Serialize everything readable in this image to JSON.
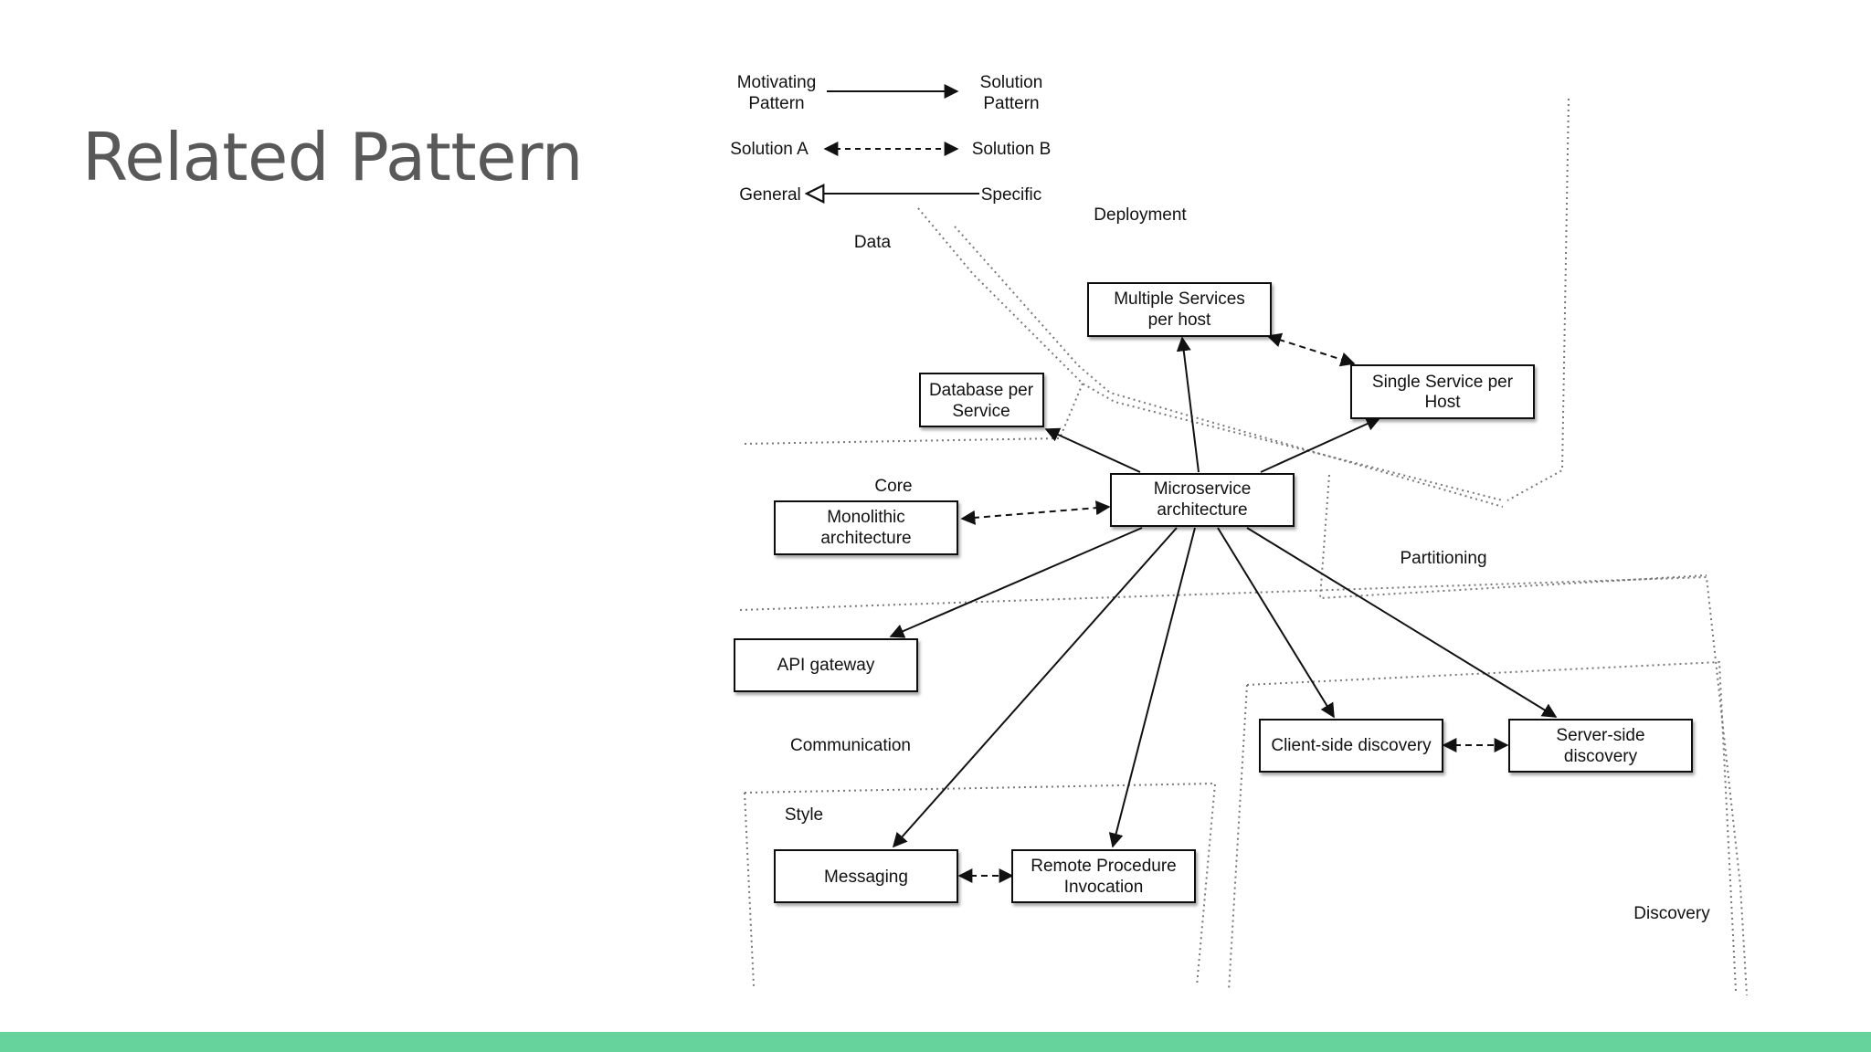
{
  "title": "Related Pattern",
  "colors": {
    "accent_bar": "#66d39d",
    "title": "#595959"
  },
  "legend": {
    "motivating_1": "Motivating",
    "motivating_2": "Pattern",
    "solution_1": "Solution",
    "solution_2": "Pattern",
    "solution_a": "Solution A",
    "solution_b": "Solution B",
    "general": "General",
    "specific": "Specific"
  },
  "regions": {
    "deployment": "Deployment",
    "data": "Data",
    "core": "Core",
    "partitioning": "Partitioning",
    "communication": "Communication",
    "style": "Style",
    "discovery": "Discovery"
  },
  "nodes": {
    "multiple_services": [
      "Multiple Services",
      "per host"
    ],
    "single_service": [
      "Single Service per",
      "Host"
    ],
    "database_per_service": [
      "Database per",
      "Service"
    ],
    "microservice": [
      "Microservice",
      "architecture"
    ],
    "monolithic": [
      "Monolithic",
      "architecture"
    ],
    "api_gateway": [
      "API gateway"
    ],
    "client_discovery": [
      "Client-side discovery"
    ],
    "server_discovery": [
      "Server-side",
      "discovery"
    ],
    "messaging": [
      "Messaging"
    ],
    "rpi": [
      "Remote Procedure",
      "Invocation"
    ]
  }
}
